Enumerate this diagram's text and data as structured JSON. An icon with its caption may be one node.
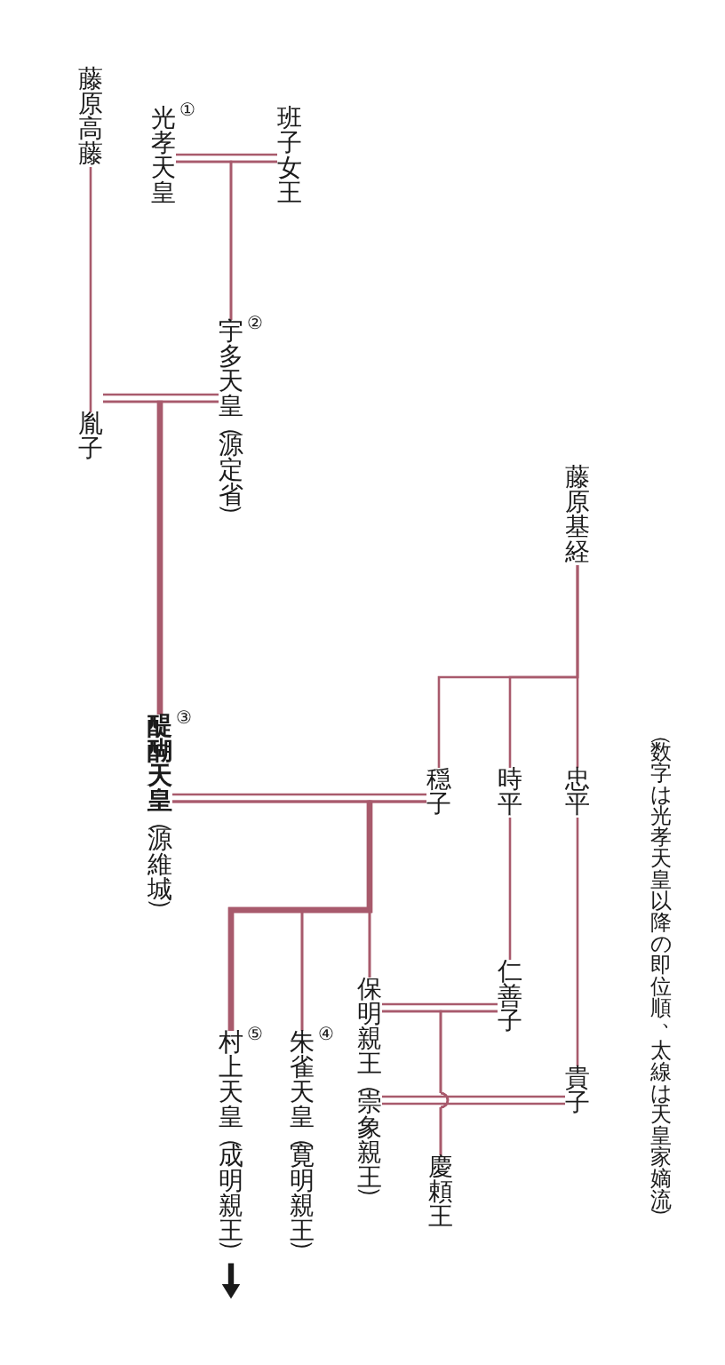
{
  "diagram": {
    "nodes": [
      {
        "text": [
          "藤原高藤"
        ]
      },
      {
        "text": [
          "光孝天皇"
        ],
        "beside": [
          "①"
        ]
      },
      {
        "text": [
          "班子女王"
        ]
      },
      {
        "text": [
          "宇多天皇（源定省）"
        ],
        "beside": [
          "②"
        ]
      },
      {
        "text": [
          "胤子"
        ]
      },
      {
        "text": [
          "藤原基経"
        ]
      },
      {
        "text": [
          "**醍醐天皇**（源維城）"
        ],
        "beside": [
          "③"
        ]
      },
      {
        "text": [
          "穏子"
        ]
      },
      {
        "text": [
          "時平"
        ]
      },
      {
        "text": [
          "忠平"
        ]
      },
      {
        "text": [
          "保明親王（崇象親王）"
        ]
      },
      {
        "text": [
          "仁善子"
        ]
      },
      {
        "text": [
          "貴子"
        ]
      },
      {
        "text": [
          "慶頼王"
        ]
      },
      {
        "text": [
          "村上天皇（成明親王）"
        ],
        "beside": [
          "⑤"
        ]
      },
      {
        "text": [
          "朱雀天皇（寛明親王）"
        ],
        "beside": [
          "④"
        ]
      }
    ],
    "edges": [
      {
        "from": 1,
        "to": 2,
        "arrow": "none"
      },
      {
        "from": 1,
        "to": 3,
        "arrow": "none"
      },
      {
        "from": 2,
        "to": 3,
        "arrow": "none"
      },
      {
        "from": 0,
        "to": 4,
        "arrow": "none"
      },
      {
        "from": 3,
        "to": 4,
        "arrow": "none"
      },
      {
        "from": 3,
        "to": 6,
        "arrow": "none",
        "style": "thick"
      },
      {
        "from": 4,
        "to": 6,
        "arrow": "none",
        "style": "thick"
      },
      {
        "from": 5,
        "to": 7,
        "arrow": "none"
      },
      {
        "from": 5,
        "to": 8,
        "arrow": "none"
      },
      {
        "from": 5,
        "to": 9,
        "arrow": "none"
      },
      {
        "from": 6,
        "to": 7,
        "arrow": "none"
      },
      {
        "from": 6,
        "to": 14,
        "arrow": "none",
        "style": "thick"
      },
      {
        "from": 7,
        "to": 14,
        "arrow": "none",
        "style": "thick"
      },
      {
        "from": 6,
        "to": 15,
        "arrow": "none"
      },
      {
        "from": 7,
        "to": 15,
        "arrow": "none"
      },
      {
        "from": 6,
        "to": 10,
        "arrow": "none"
      },
      {
        "from": 7,
        "to": 10,
        "arrow": "none"
      },
      {
        "from": 8,
        "to": 11,
        "arrow": "none"
      },
      {
        "from": 9,
        "to": 12,
        "arrow": "none"
      },
      {
        "from": 10,
        "to": 11,
        "arrow": "none"
      },
      {
        "from": 10,
        "to": 13,
        "arrow": "none"
      },
      {
        "from": 11,
        "to": 13,
        "arrow": "none"
      },
      {
        "from": 10,
        "to": 12,
        "arrow": "none"
      },
      {
        "from": 14,
        "to": null,
        "arrow": "to",
        "style": "thick",
        "color": "#1a1a1a"
      }
    ],
    "labels": [
      "（数字は光孝天皇以降の即位順、太線は天皇家嫡流）"
    ]
  }
}
